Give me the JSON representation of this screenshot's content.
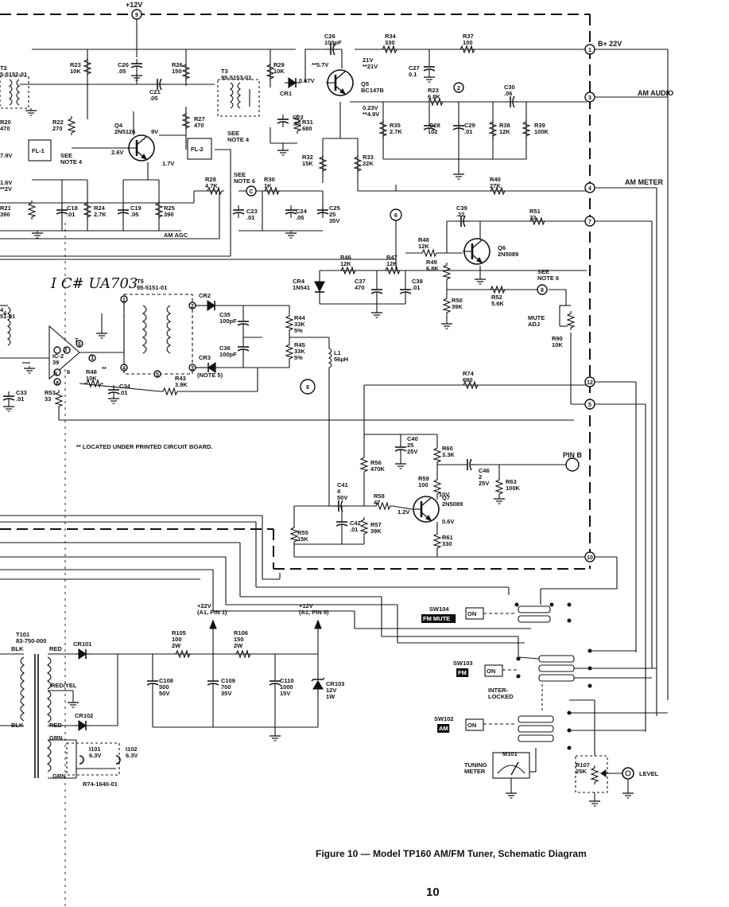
{
  "figure": {
    "caption": "Figure 10  — Model TP160 AM/FM Tuner, Schematic Diagram",
    "page_number": "10"
  },
  "handwritten_note": "I C# UA703",
  "footnote": "** LOCATED UNDER PRINTED CIRCUIT BOARD.",
  "labels": [
    {
      "id": "supply-12v-top",
      "text": "+12V"
    },
    {
      "id": "bplus",
      "text": "B+ 22V"
    },
    {
      "id": "am-audio",
      "text": "AM AUDIO"
    },
    {
      "id": "am-meter",
      "text": "AM METER"
    },
    {
      "id": "am-agc",
      "text": "AM AGC"
    },
    {
      "id": "pin-b",
      "text": "PIN B"
    },
    {
      "id": "mute-adj",
      "text": "MUTE\nADJ"
    },
    {
      "id": "level",
      "text": "LEVEL"
    },
    {
      "id": "interlocked",
      "text": "INTER-\nLOCKED"
    },
    {
      "id": "tuning-meter",
      "text": "TUNING\nMETER"
    },
    {
      "id": "see-note-4a",
      "text": "SEE\nNOTE 4"
    },
    {
      "id": "see-note-4b",
      "text": "SEE\nNOTE 4"
    },
    {
      "id": "see-note-6a",
      "text": "SEE\nNOTE 6"
    },
    {
      "id": "see-note-6b",
      "text": "SEE\nNOTE 6"
    },
    {
      "id": "note-5",
      "text": "(NOTE 5)"
    },
    {
      "id": "v-22",
      "text": "+22V\n(A1, PIN 1)"
    },
    {
      "id": "v-12",
      "text": "+12V\n(A1, PIN 9)"
    },
    {
      "id": "t2",
      "text": "T2\n5-5152-01"
    },
    {
      "id": "t3",
      "text": "T3\n95-5153-01"
    },
    {
      "id": "t5",
      "text": "T5\n95-5151-01"
    },
    {
      "id": "t4",
      "text": "4\n51-01"
    },
    {
      "id": "t101",
      "text": "T101\n83-750-000"
    },
    {
      "id": "fl1",
      "text": "FL-1"
    },
    {
      "id": "fl2",
      "text": "FL-2"
    },
    {
      "id": "q4",
      "text": "Q4\n2N5126"
    },
    {
      "id": "q5",
      "text": "Q5\nBC147B"
    },
    {
      "id": "q6",
      "text": "Q6\n2N5089"
    },
    {
      "id": "q7",
      "text": "Q7\n2N5089"
    },
    {
      "id": "ic2",
      "text": "IC-2\n39"
    },
    {
      "id": "r23",
      "text": "R23\n10K"
    },
    {
      "id": "r26",
      "text": "R26\n150"
    },
    {
      "id": "r29",
      "text": "R29\n10K"
    },
    {
      "id": "r34",
      "text": "R34\n330"
    },
    {
      "id": "r37",
      "text": "R37\n100"
    },
    {
      "id": "r23b",
      "text": "R23\n6.8K"
    },
    {
      "id": "r20",
      "text": "R20\n470"
    },
    {
      "id": "r22",
      "text": "R22\n270"
    },
    {
      "id": "r27",
      "text": "R27\n470"
    },
    {
      "id": "r31",
      "text": "R31\n680"
    },
    {
      "id": "r35",
      "text": "R35\n2.7K"
    },
    {
      "id": "r38",
      "text": "R38\n12K"
    },
    {
      "id": "r39",
      "text": "R39\n100K"
    },
    {
      "id": "r32",
      "text": "R32\n15K"
    },
    {
      "id": "r33",
      "text": "R33\n22K"
    },
    {
      "id": "r28",
      "text": "R28\n4.7K"
    },
    {
      "id": "r30",
      "text": "R30\n1K"
    },
    {
      "id": "r40",
      "text": "R40\n27K"
    },
    {
      "id": "r21",
      "text": "R21\n390"
    },
    {
      "id": "r24",
      "text": "R24\n2.7K"
    },
    {
      "id": "r25",
      "text": "R25\n390"
    },
    {
      "id": "r51",
      "text": "R51\n33"
    },
    {
      "id": "r46",
      "text": "R46\n12K"
    },
    {
      "id": "r47",
      "text": "R47\n12K"
    },
    {
      "id": "r48",
      "text": "R48\n12K"
    },
    {
      "id": "r49",
      "text": "R49\n6.8K"
    },
    {
      "id": "r50",
      "text": "R50\n39K"
    },
    {
      "id": "r52",
      "text": "R52\n5.6K"
    },
    {
      "id": "r90",
      "text": "R90\n10K"
    },
    {
      "id": "r44",
      "text": "R44\n33K\n5%"
    },
    {
      "id": "r45",
      "text": "R45\n33K\n5%"
    },
    {
      "id": "r43",
      "text": "R43\n3.9K"
    },
    {
      "id": "r48b",
      "text": "R48\n10K"
    },
    {
      "id": "r53",
      "text": "R53\n33"
    },
    {
      "id": "r74",
      "text": "R74\n680"
    },
    {
      "id": "r56",
      "text": "R56\n470K"
    },
    {
      "id": "r60",
      "text": "R60\n3.3K"
    },
    {
      "id": "r59",
      "text": "R59\n100"
    },
    {
      "id": "r58",
      "text": "R58\n47"
    },
    {
      "id": "r63",
      "text": "R63\n100K"
    },
    {
      "id": "r55",
      "text": "R55\n15K"
    },
    {
      "id": "r57",
      "text": "R57\n39K"
    },
    {
      "id": "r61",
      "text": "R61\n330"
    },
    {
      "id": "r105",
      "text": "R105\n100\n2W"
    },
    {
      "id": "r106",
      "text": "R106\n150\n2W"
    },
    {
      "id": "r107",
      "text": "R107\n25K"
    },
    {
      "id": "c20",
      "text": "C20\n.05"
    },
    {
      "id": "c21",
      "text": "C21\n.05"
    },
    {
      "id": "c22",
      "text": "C22\n.05"
    },
    {
      "id": "c26",
      "text": "C26\n100pF"
    },
    {
      "id": "c27",
      "text": "C27\n0.1"
    },
    {
      "id": "c28",
      "text": "C28\n.02"
    },
    {
      "id": "c29",
      "text": "C29\n.01"
    },
    {
      "id": "c30",
      "text": "C30\n.06"
    },
    {
      "id": "c18",
      "text": "C18\n.01"
    },
    {
      "id": "c19",
      "text": "C19\n.05"
    },
    {
      "id": "c23",
      "text": "C23\n.01"
    },
    {
      "id": "c24",
      "text": "C24\n.05"
    },
    {
      "id": "c25",
      "text": "C25\n25\n35V"
    },
    {
      "id": "c39",
      "text": "C39\n.22"
    },
    {
      "id": "c37",
      "text": "C37\n470"
    },
    {
      "id": "c38",
      "text": "C38\n.01"
    },
    {
      "id": "c35",
      "text": "C35\n100pF"
    },
    {
      "id": "c36",
      "text": "C36\n100pF"
    },
    {
      "id": "c33",
      "text": "C33\n.01"
    },
    {
      "id": "c34",
      "text": "C34\n.01"
    },
    {
      "id": "c40",
      "text": "C40\n25\n25V"
    },
    {
      "id": "c41",
      "text": "C41\n4\n50V"
    },
    {
      "id": "c42",
      "text": "C42\n.01"
    },
    {
      "id": "c46",
      "text": "C46\n2\n25V"
    },
    {
      "id": "c108",
      "text": "C108\n500\n50V"
    },
    {
      "id": "c109",
      "text": "C109\n700\n35V"
    },
    {
      "id": "c110",
      "text": "C110\n1000\n15V"
    },
    {
      "id": "cr1",
      "text": "CR1"
    },
    {
      "id": "cr2",
      "text": "CR2"
    },
    {
      "id": "cr3",
      "text": "CR3"
    },
    {
      "id": "cr4",
      "text": "CR4\n1N541"
    },
    {
      "id": "cr101",
      "text": "CR101"
    },
    {
      "id": "cr102",
      "text": "CR102"
    },
    {
      "id": "cr103",
      "text": "CR103\n12V\n1W"
    },
    {
      "id": "l1",
      "text": "L1\n56µH"
    },
    {
      "id": "sw104",
      "text": "SW104"
    },
    {
      "id": "sw104-tag",
      "text": "FM MUTE"
    },
    {
      "id": "sw103",
      "text": "SW103"
    },
    {
      "id": "sw103-tag",
      "text": "FM"
    },
    {
      "id": "sw102",
      "text": "SW102"
    },
    {
      "id": "sw102-tag",
      "text": "AM"
    },
    {
      "id": "on1",
      "text": "ON"
    },
    {
      "id": "on2",
      "text": "ON"
    },
    {
      "id": "on3",
      "text": "ON"
    },
    {
      "id": "m101",
      "text": "M101"
    },
    {
      "id": "i101",
      "text": "I101\n6.3V"
    },
    {
      "id": "i102",
      "text": "I102\n6.3V"
    },
    {
      "id": "r74-1640",
      "text": "R74-1640-01"
    },
    {
      "id": "w-blk1",
      "text": "BLK"
    },
    {
      "id": "w-red1",
      "text": "RED"
    },
    {
      "id": "w-redyel",
      "text": "RED/YEL"
    },
    {
      "id": "w-blk2",
      "text": "BLK"
    },
    {
      "id": "w-red2",
      "text": "RED"
    },
    {
      "id": "w-grn1",
      "text": "GRN"
    },
    {
      "id": "w-grn2",
      "text": "GRN"
    },
    {
      "id": "v-2-6",
      "text": "2.6V"
    },
    {
      "id": "v-9",
      "text": "9V"
    },
    {
      "id": "v-1-7",
      "text": "1.7V"
    },
    {
      "id": "v-5-7",
      "text": "**5.7V"
    },
    {
      "id": "v-0-67",
      "text": "0.67V"
    },
    {
      "id": "v-21",
      "text": "21V\n**21V"
    },
    {
      "id": "v-0-23",
      "text": "0.23V\n**4.9V"
    },
    {
      "id": "v-7-9",
      "text": "7.9V"
    },
    {
      "id": "v-1-6",
      "text": "1.6V\n**2V"
    },
    {
      "id": "v-10",
      "text": "10V"
    },
    {
      "id": "v-1-2",
      "text": "1.2V"
    },
    {
      "id": "v-0-6",
      "text": "0.6V"
    },
    {
      "id": "t-p4",
      "text": "4"
    },
    {
      "id": "t-p7",
      "text": "7"
    },
    {
      "id": "t-p1",
      "text": "1"
    },
    {
      "id": "t-p3",
      "text": "3"
    },
    {
      "id": "t-p5",
      "text": "5"
    },
    {
      "id": "t-p6",
      "text": "6"
    },
    {
      "id": "t-p8",
      "text": "8"
    },
    {
      "id": "t-pq",
      "text": "**"
    }
  ],
  "terminals": [
    {
      "id": "term-9",
      "text": "9"
    },
    {
      "id": "term-1",
      "text": "1"
    },
    {
      "id": "term-3",
      "text": "3"
    },
    {
      "id": "term-2",
      "text": "2"
    },
    {
      "id": "term-4",
      "text": "4"
    },
    {
      "id": "term-7",
      "text": "7"
    },
    {
      "id": "term-6",
      "text": "6"
    },
    {
      "id": "term-8a",
      "text": "8"
    },
    {
      "id": "term-8b",
      "text": "8"
    },
    {
      "id": "term-12",
      "text": "12"
    },
    {
      "id": "term-5",
      "text": "5"
    },
    {
      "id": "term-10",
      "text": "10"
    },
    {
      "id": "term-c",
      "text": "C"
    },
    {
      "id": "t5-1",
      "text": "1"
    },
    {
      "id": "t5-2",
      "text": "2"
    },
    {
      "id": "t5-3",
      "text": "3"
    },
    {
      "id": "t5-4",
      "text": "4"
    },
    {
      "id": "t5-5",
      "text": "5"
    },
    {
      "id": "t5-6",
      "text": "6"
    }
  ]
}
